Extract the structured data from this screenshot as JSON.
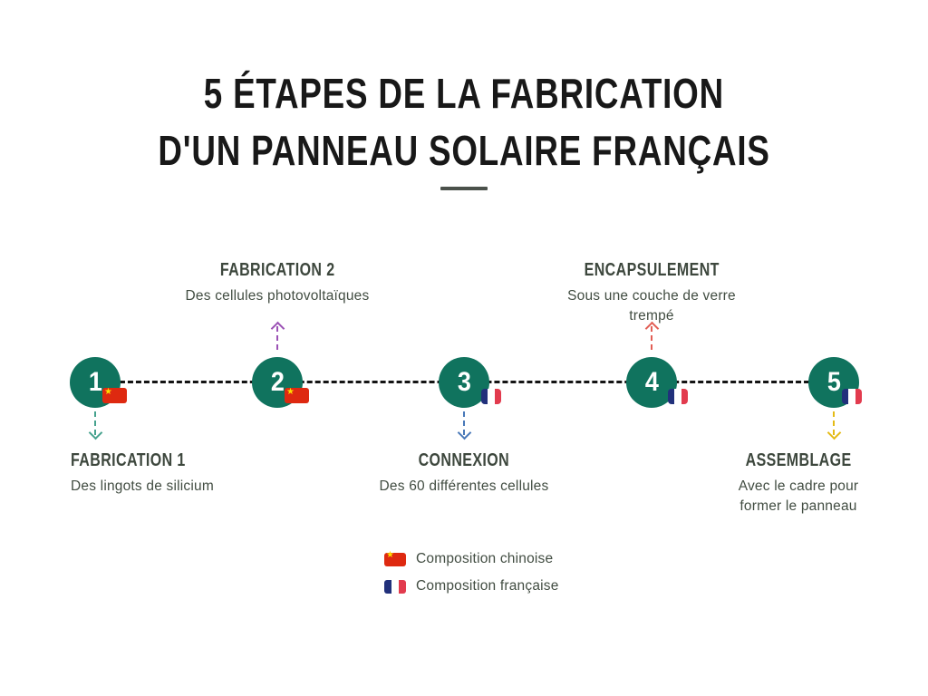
{
  "title": {
    "line1": "5 ÉTAPES DE LA FABRICATION",
    "line2": "D'UN PANNEAU SOLAIRE FRANÇAIS"
  },
  "steps": [
    {
      "number": "1",
      "label": "FABRICATION 1",
      "desc": "Des lingots de silicium",
      "flag": "china",
      "label_position": "below",
      "arrow_direction": "down",
      "arrow_color": "#46a28e"
    },
    {
      "number": "2",
      "label": "FABRICATION 2",
      "desc": "Des cellules photovoltaïques",
      "flag": "china",
      "label_position": "above",
      "arrow_direction": "up",
      "arrow_color": "#9b51b5"
    },
    {
      "number": "3",
      "label": "CONNEXION",
      "desc": "Des 60 différentes cellules",
      "flag": "france",
      "label_position": "below",
      "arrow_direction": "down",
      "arrow_color": "#4878b8"
    },
    {
      "number": "4",
      "label": "ENCAPSULEMENT",
      "desc": "Sous une couche de verre trempé",
      "flag": "france",
      "label_position": "above",
      "arrow_direction": "up",
      "arrow_color": "#e25e55"
    },
    {
      "number": "5",
      "label": "ASSEMBLAGE",
      "desc": "Avec le cadre pour former le panneau",
      "flag": "france",
      "label_position": "below",
      "arrow_direction": "down",
      "arrow_color": "#e4bb16"
    }
  ],
  "legend": [
    {
      "flag": "china",
      "label": "Composition chinoise"
    },
    {
      "flag": "france",
      "label": "Composition française"
    }
  ],
  "glyphs": {
    "star": "★"
  },
  "colors": {
    "background": "#ffffff",
    "title": "#181818",
    "divider": "#4b514b",
    "circle": "#10735e",
    "circle_number": "#ffffff",
    "connector": "#141414",
    "heading": "#3d473d",
    "body": "#424d42",
    "china_red": "#de2910",
    "china_star": "#ffde00",
    "france_blue": "#21307b",
    "france_white": "#ffffff",
    "france_red": "#e23b4e"
  }
}
